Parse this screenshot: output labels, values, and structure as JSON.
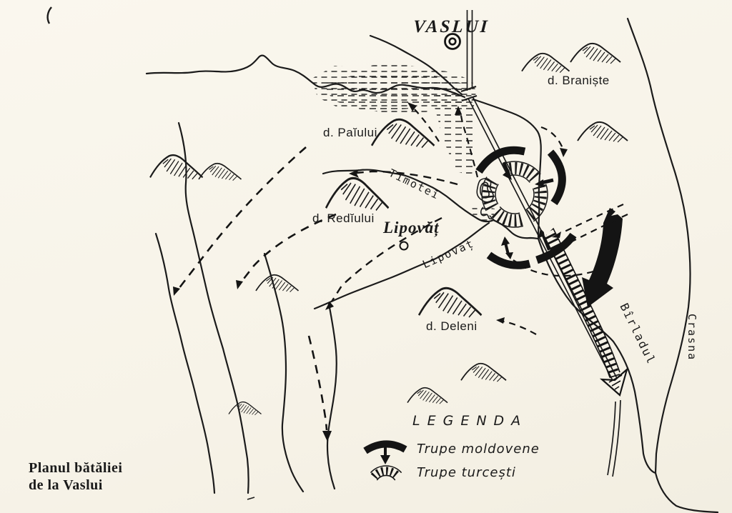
{
  "page": {
    "paper_color": "#f7f3e8",
    "ink_color": "#1b1b1b"
  },
  "caption": {
    "line1": "Planul bătăliei",
    "line2": "de la Vaslui"
  },
  "towns": {
    "vaslui": {
      "name": "VASLUI",
      "symbol": "double-circle"
    },
    "lipovat": {
      "name": "Lipovăț",
      "symbol": "small-circle"
    }
  },
  "hills": {
    "braniste": "d. Braniște",
    "paiului": "d. Paĭului",
    "rediului": "d. Redĭului",
    "deleni": "d. Deleni"
  },
  "rivers": {
    "timotei": "Timoteĭ",
    "lipovat": "Lipovăț",
    "birladul": "Bîrladul",
    "crasna": "Crasna"
  },
  "legend": {
    "title": "LEGENDA",
    "items": [
      {
        "symbol": "moldavian-solid-arc-arrow",
        "label": "Trupe moldovene"
      },
      {
        "symbol": "turkish-hatched-arc",
        "label": "Trupe turcești"
      }
    ]
  }
}
